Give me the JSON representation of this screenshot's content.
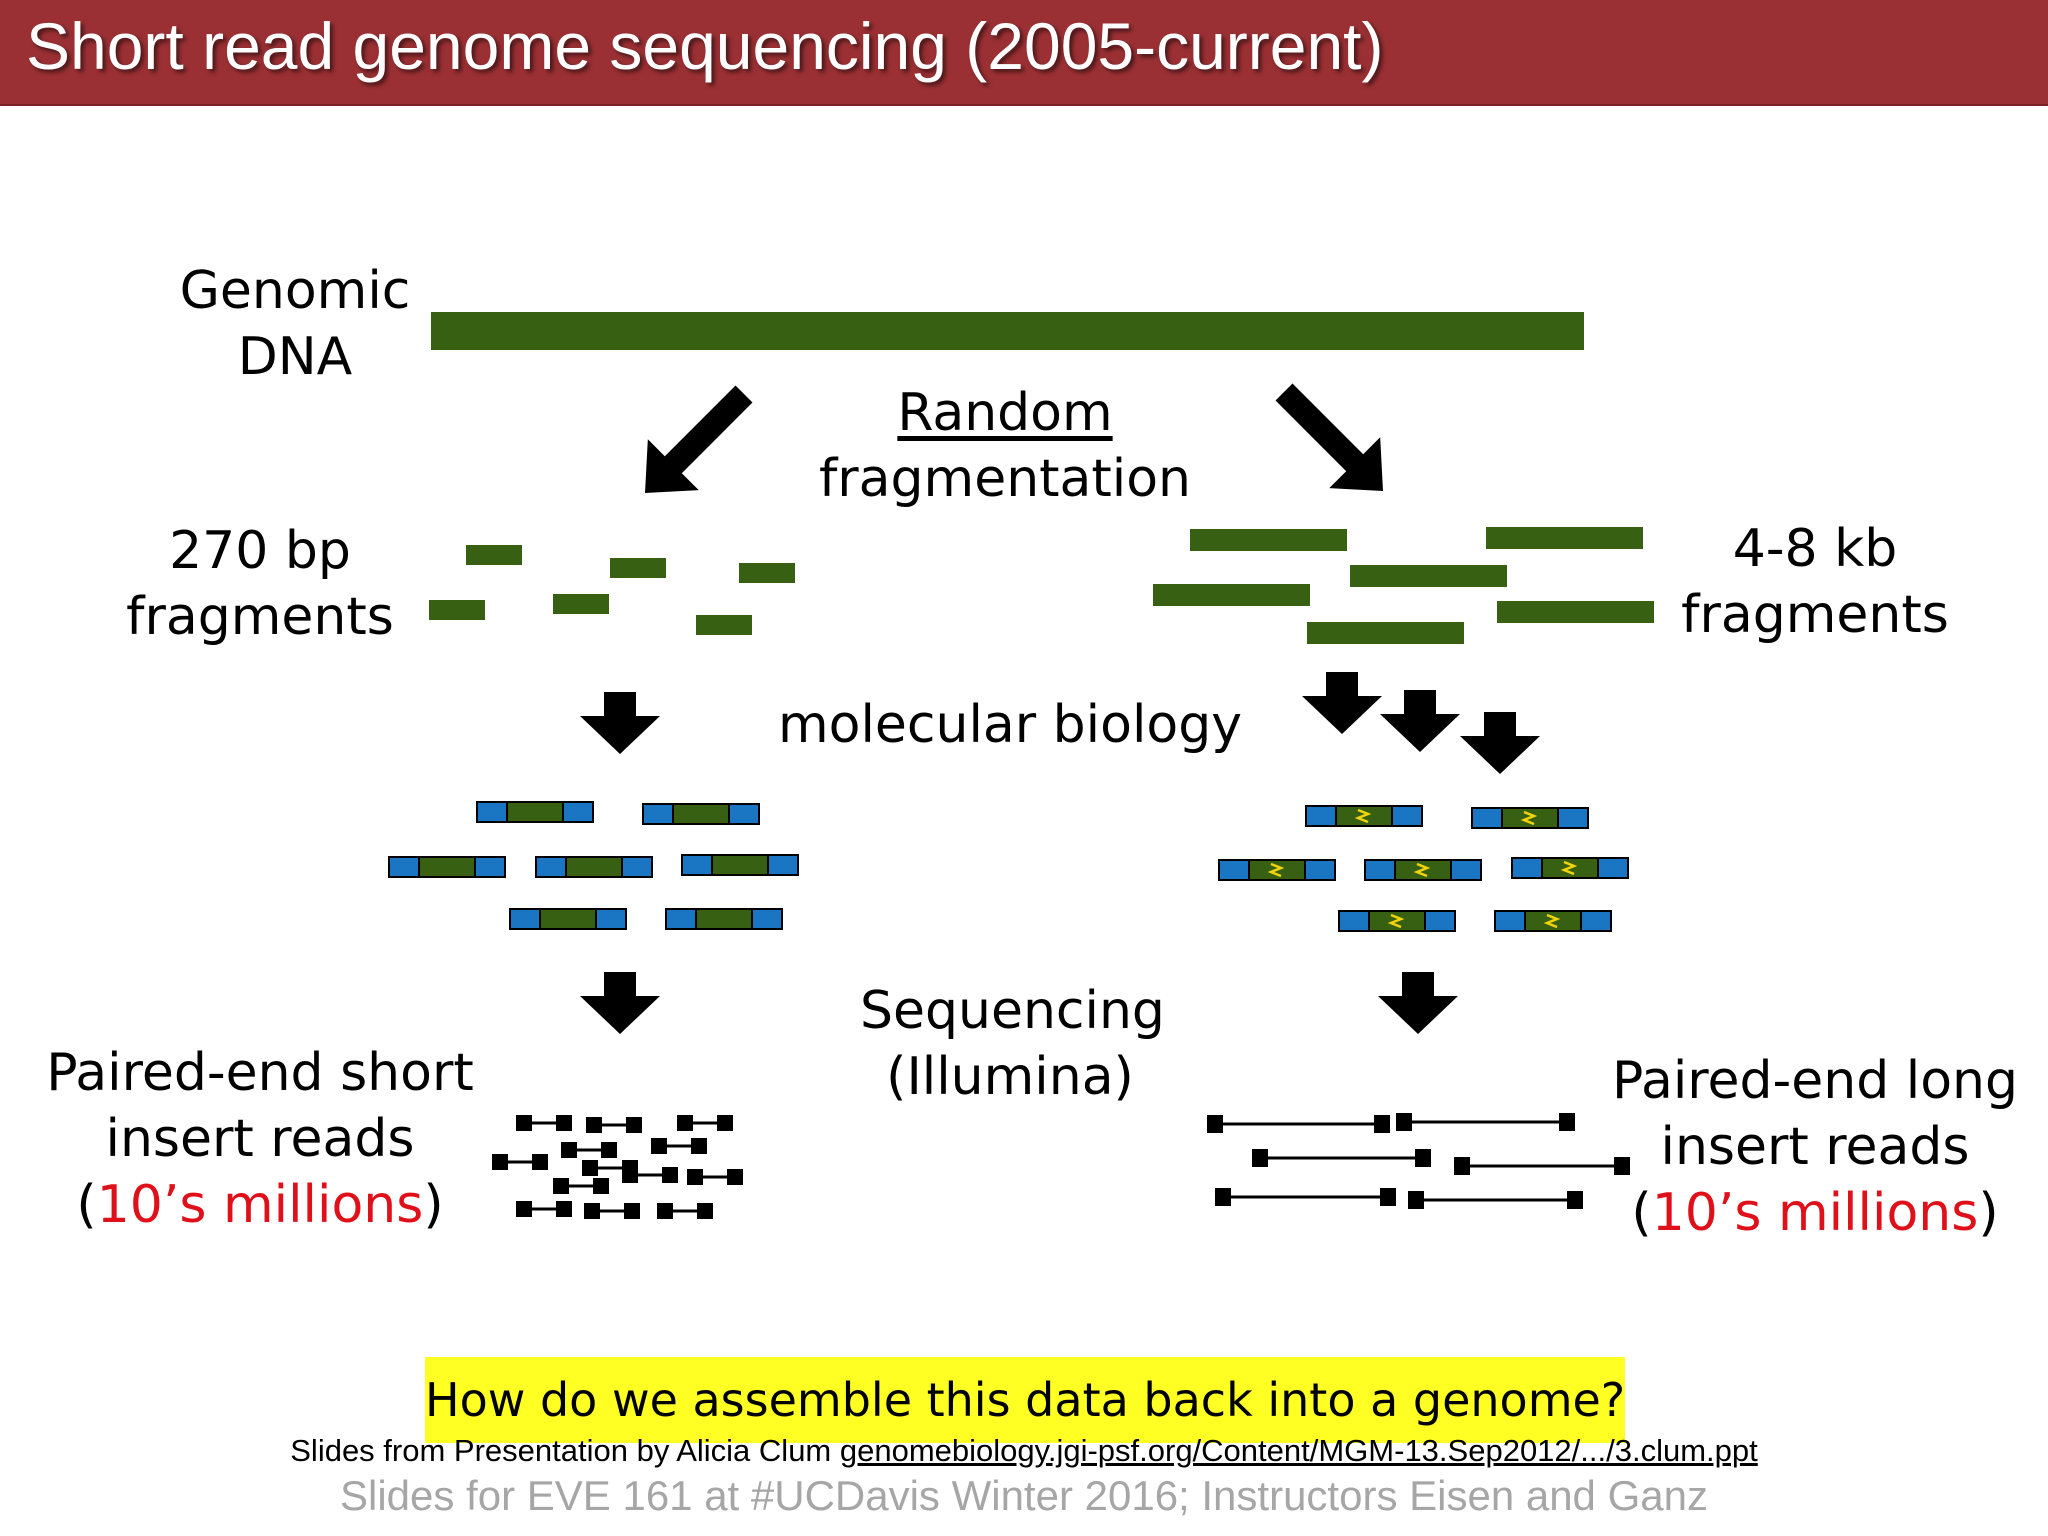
{
  "title": "Short read genome sequencing (2005-current)",
  "labels": {
    "genomic_line1": "Genomic",
    "genomic_line2": "DNA",
    "random": "Random",
    "fragmentation": "fragmentation",
    "short_frag_line1": "270 bp",
    "short_frag_line2": "fragments",
    "long_frag_line1": "4-8 kb",
    "long_frag_line2": "fragments",
    "molecular": "molecular biology",
    "sequencing_line1": "Sequencing",
    "sequencing_line2": "(Illumina)",
    "short_reads_line1": "Paired-end short",
    "short_reads_line2": "insert reads",
    "long_reads_line1": "Paired-end long",
    "long_reads_line2": "insert reads",
    "open_paren": "(",
    "close_paren": ")",
    "count": "10’s millions"
  },
  "question": "How do we assemble this data back into a genome?",
  "credit": {
    "prefix": "Slides from Presentation by Alicia Clum ",
    "link": "genomebiology.jgi-psf.org/Content/MGM-13.Sep2012/.../3.clum.ppt"
  },
  "footer": "Slides for EVE 161 at #UCDavis Winter 2016; Instructors Eisen and Ganz",
  "colors": {
    "title_bar": "#9b3034",
    "dna_green": "#376012",
    "adapter_blue": "#1a75c2",
    "highlight": "#ffff24",
    "count_red": "#e0101a",
    "footer_gray": "#a6a6a6"
  }
}
